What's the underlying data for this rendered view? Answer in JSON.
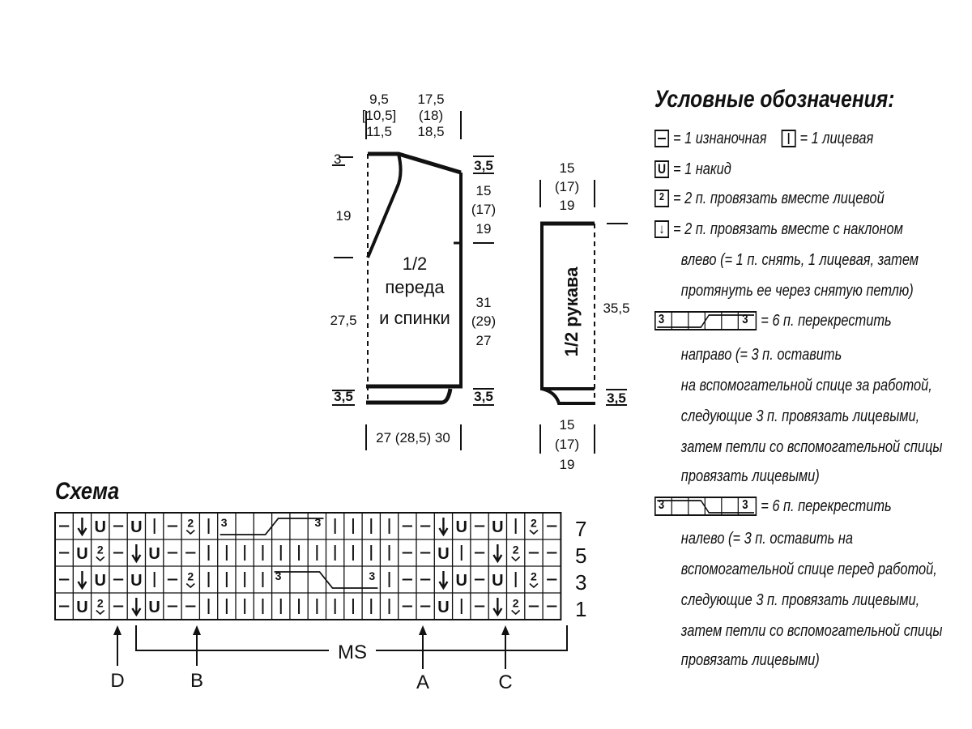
{
  "schematic": {
    "top_widths": [
      "9,5",
      "[10,5]",
      "11,5",
      "17,5",
      "(18)",
      "18,5"
    ],
    "left_depths": [
      "3",
      "19",
      "27,5",
      "3,5"
    ],
    "right_depths": [
      "3,5",
      "15",
      "(17)",
      "19",
      "31",
      "(29)",
      "27",
      "3,5"
    ],
    "body_label": [
      "1/2",
      "переда",
      "и спинки"
    ],
    "body_width": "27 (28,5) 30",
    "sleeve_top": [
      "15",
      "(17)",
      "19"
    ],
    "sleeve_label": "1/2 рукава",
    "sleeve_length": "35,5",
    "sleeve_cuff": "3,5",
    "sleeve_bottom": [
      "15",
      "(17)",
      "19"
    ]
  },
  "chart": {
    "title": "Схема",
    "row_numbers": [
      "7",
      "5",
      "3",
      "1"
    ],
    "cable_label": "3",
    "ms_label": "MS",
    "pointers": [
      "D",
      "B",
      "A",
      "C"
    ]
  },
  "legend": {
    "title": "Условные обозначения:",
    "purl": "= 1 изнаночная",
    "knit": "= 1 лицевая",
    "yo": "= 1 накид",
    "k2tog": "= 2 п. провязать вместе лицевой",
    "ssk_1": "= 2 п. провязать вместе с наклоном",
    "ssk_2": "влево (= 1 п. снять, 1 лицевая, затем",
    "ssk_3": "протянуть ее через снятую петлю)",
    "cable_r_1": "= 6 п. перекрестить",
    "cable_r_2": "направо (= 3 п. оставить",
    "cable_r_3": "на вспомогательной спице за работой,",
    "cable_r_4": "следующие 3 п. провязать лицевыми,",
    "cable_r_5": "затем петли со вспомогательной спицы",
    "cable_r_6": "провязать лицевыми)",
    "cable_l_1": "= 6 п. перекрестить",
    "cable_l_2": "налево (= 3 п. оставить на",
    "cable_l_3": "вспомогательной спице перед работой,",
    "cable_l_4": "следующие 3 п. провязать лицевыми,",
    "cable_l_5": "затем петли со вспомогательной спицы",
    "cable_l_6": "провязать лицевыми)",
    "cable_num": "3",
    "sym_yo": "U",
    "sym_k2tog": "2"
  }
}
